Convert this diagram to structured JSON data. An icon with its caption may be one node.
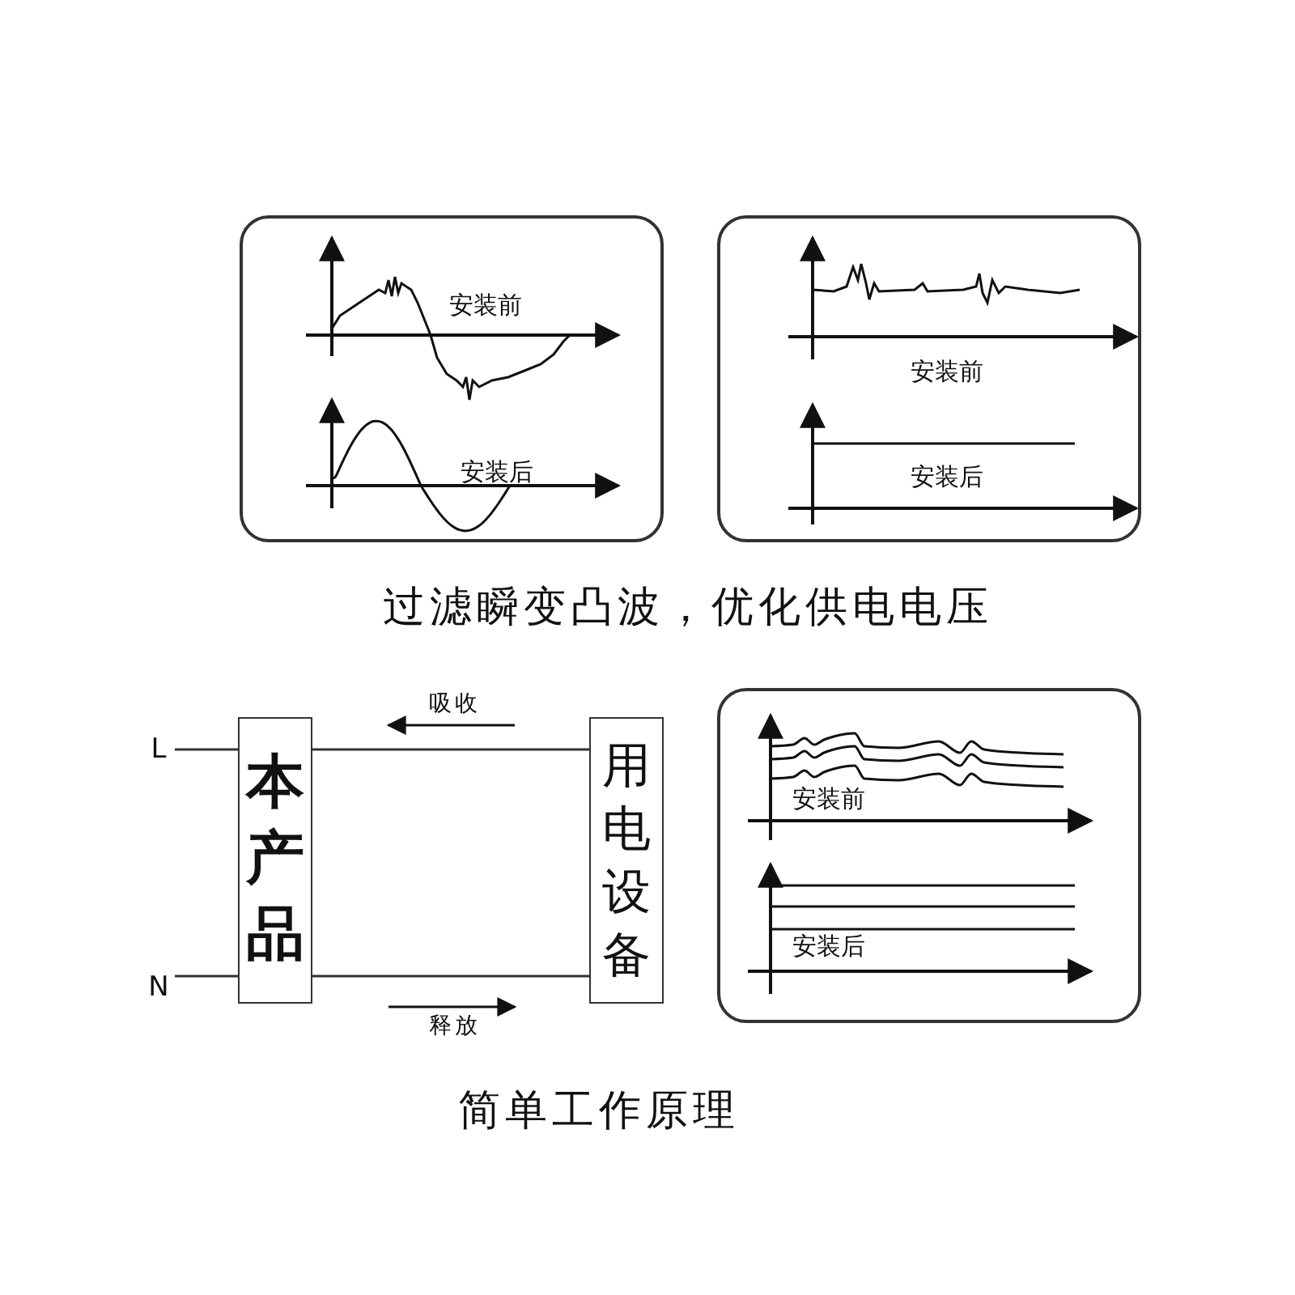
{
  "diagram": {
    "nodes": [
      {
        "text": [
          "安装前",
          "安装后"
        ]
      },
      {
        "text": [
          "安装前",
          "安装后"
        ]
      },
      {
        "text": [
          "本产品"
        ]
      },
      {
        "text": [
          "用电设备"
        ]
      },
      {
        "text": [
          "安装前",
          "安装后"
        ]
      },
      {
        "text": [
          "L"
        ]
      },
      {
        "text": [
          "N"
        ]
      }
    ],
    "edges": [
      {
        "from": 5,
        "to": 2,
        "arrow": "none"
      },
      {
        "from": 6,
        "to": 2,
        "arrow": "none"
      },
      {
        "from": 2,
        "to": 3,
        "arrow": "none"
      },
      {
        "from": 2,
        "to": 3,
        "arrow": "none"
      }
    ],
    "labels": [
      "过滤瞬变凸波，优化供电电压",
      "吸收",
      "释放",
      "简单工作原理"
    ]
  }
}
